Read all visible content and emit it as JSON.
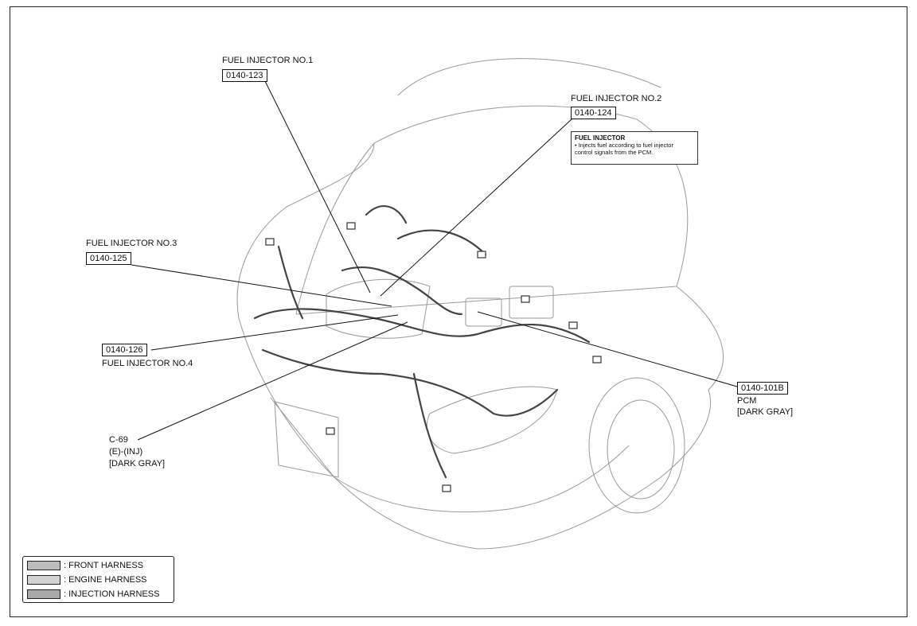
{
  "callouts": {
    "inj1": {
      "name": "FUEL INJECTOR NO.1",
      "code": "0140-123"
    },
    "inj2": {
      "name": "FUEL INJECTOR NO.2",
      "code": "0140-124"
    },
    "inj3": {
      "name": "FUEL INJECTOR NO.3",
      "code": "0140-125"
    },
    "inj4": {
      "name": "FUEL INJECTOR NO.4",
      "code": "0140-126"
    },
    "pcm": {
      "code": "0140-101B",
      "line1": "PCM",
      "line2": "[DARK GRAY]"
    },
    "c69": {
      "line1": "C-69",
      "line2": "(E)-(INJ)",
      "line3": "[DARK GRAY]"
    }
  },
  "note": {
    "title": "FUEL INJECTOR",
    "body1": "• Injects fuel according to fuel injector",
    "body2": "control signals from the PCM."
  },
  "legend": [
    {
      "label": ": FRONT HARNESS",
      "color": "#bdbdbd"
    },
    {
      "label": ": ENGINE HARNESS",
      "color": "#d3d3d3"
    },
    {
      "label": ": INJECTION HARNESS",
      "color": "#a9a9a9"
    }
  ]
}
